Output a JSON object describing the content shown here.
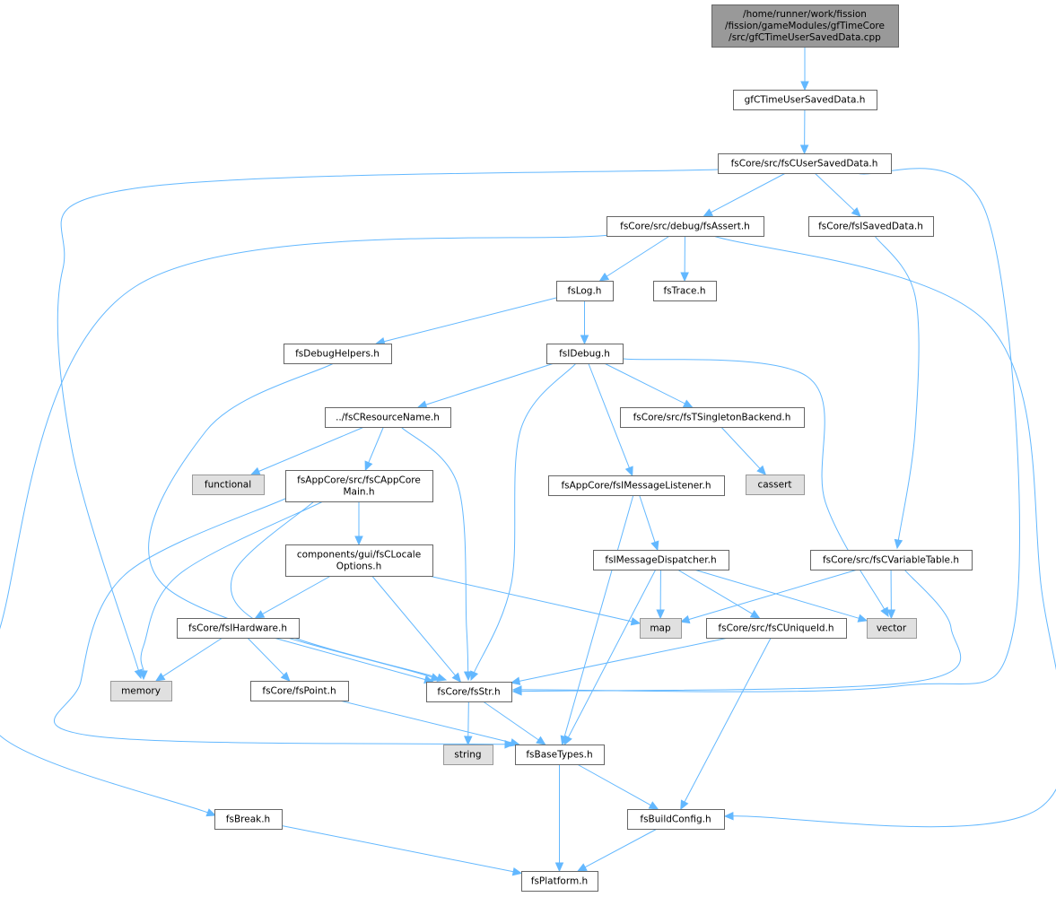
{
  "nodes": [
    {
      "id": "root",
      "lines": [
        "/home/runner/work/fission",
        "/fission/gameModules/gfTimeCore",
        "/src/gfCTimeUserSavedData.cpp"
      ],
      "kind": "root"
    },
    {
      "id": "gfCTimeUserSavedData",
      "lines": [
        "gfCTimeUserSavedData.h"
      ],
      "kind": "file"
    },
    {
      "id": "fsCUserSavedData",
      "lines": [
        "fsCore/src/fsCUserSavedData.h"
      ],
      "kind": "file"
    },
    {
      "id": "fsAssert",
      "lines": [
        "fsCore/src/debug/fsAssert.h"
      ],
      "kind": "file"
    },
    {
      "id": "fsISavedData",
      "lines": [
        "fsCore/fsISavedData.h"
      ],
      "kind": "file"
    },
    {
      "id": "fsLog",
      "lines": [
        "fsLog.h"
      ],
      "kind": "file"
    },
    {
      "id": "fsTrace",
      "lines": [
        "fsTrace.h"
      ],
      "kind": "file"
    },
    {
      "id": "fsDebugHelpers",
      "lines": [
        "fsDebugHelpers.h"
      ],
      "kind": "file"
    },
    {
      "id": "fsIDebug",
      "lines": [
        "fsIDebug.h"
      ],
      "kind": "file"
    },
    {
      "id": "fsCResourceName",
      "lines": [
        "../fsCResourceName.h"
      ],
      "kind": "file"
    },
    {
      "id": "fsTSingletonBackend",
      "lines": [
        "fsCore/src/fsTSingletonBackend.h"
      ],
      "kind": "file"
    },
    {
      "id": "functional",
      "lines": [
        "functional"
      ],
      "kind": "sys"
    },
    {
      "id": "fsCAppCoreMain",
      "lines": [
        "fsAppCore/src/fsCAppCore",
        "Main.h"
      ],
      "kind": "file"
    },
    {
      "id": "fsIMessageListener",
      "lines": [
        "fsAppCore/fsIMessageListener.h"
      ],
      "kind": "file"
    },
    {
      "id": "cassert",
      "lines": [
        "cassert"
      ],
      "kind": "sys"
    },
    {
      "id": "fsCLocaleOptions",
      "lines": [
        "components/gui/fsCLocale",
        "Options.h"
      ],
      "kind": "file"
    },
    {
      "id": "fsIMessageDispatcher",
      "lines": [
        "fsIMessageDispatcher.h"
      ],
      "kind": "file"
    },
    {
      "id": "fsCVariableTable",
      "lines": [
        "fsCore/src/fsCVariableTable.h"
      ],
      "kind": "file"
    },
    {
      "id": "fsIHardware",
      "lines": [
        "fsCore/fsIHardware.h"
      ],
      "kind": "file"
    },
    {
      "id": "map",
      "lines": [
        "map"
      ],
      "kind": "sys"
    },
    {
      "id": "fsCUniqueId",
      "lines": [
        "fsCore/src/fsCUniqueId.h"
      ],
      "kind": "file"
    },
    {
      "id": "vector",
      "lines": [
        "vector"
      ],
      "kind": "sys"
    },
    {
      "id": "memory",
      "lines": [
        "memory"
      ],
      "kind": "sys"
    },
    {
      "id": "fsPoint",
      "lines": [
        "fsCore/fsPoint.h"
      ],
      "kind": "file"
    },
    {
      "id": "fsStr",
      "lines": [
        "fsCore/fsStr.h"
      ],
      "kind": "file"
    },
    {
      "id": "string",
      "lines": [
        "string"
      ],
      "kind": "sys"
    },
    {
      "id": "fsBaseTypes",
      "lines": [
        "fsBaseTypes.h"
      ],
      "kind": "file"
    },
    {
      "id": "fsBreak",
      "lines": [
        "fsBreak.h"
      ],
      "kind": "file"
    },
    {
      "id": "fsBuildConfig",
      "lines": [
        "fsBuildConfig.h"
      ],
      "kind": "file"
    },
    {
      "id": "fsPlatform",
      "lines": [
        "fsPlatform.h"
      ],
      "kind": "file"
    }
  ],
  "edges": [
    {
      "from": "root",
      "to": "gfCTimeUserSavedData"
    },
    {
      "from": "gfCTimeUserSavedData",
      "to": "fsCUserSavedData"
    },
    {
      "from": "fsCUserSavedData",
      "to": "fsAssert"
    },
    {
      "from": "fsCUserSavedData",
      "to": "fsISavedData"
    },
    {
      "from": "fsCUserSavedData",
      "to": "memory"
    },
    {
      "from": "fsCUserSavedData",
      "to": "fsStr"
    },
    {
      "from": "fsAssert",
      "to": "fsLog"
    },
    {
      "from": "fsAssert",
      "to": "fsTrace"
    },
    {
      "from": "fsAssert",
      "to": "fsBreak"
    },
    {
      "from": "fsAssert",
      "to": "fsBuildConfig"
    },
    {
      "from": "fsISavedData",
      "to": "fsCVariableTable"
    },
    {
      "from": "fsLog",
      "to": "fsDebugHelpers"
    },
    {
      "from": "fsLog",
      "to": "fsIDebug"
    },
    {
      "from": "fsDebugHelpers",
      "to": "fsStr"
    },
    {
      "from": "fsIDebug",
      "to": "fsCResourceName"
    },
    {
      "from": "fsIDebug",
      "to": "fsTSingletonBackend"
    },
    {
      "from": "fsIDebug",
      "to": "fsIMessageListener"
    },
    {
      "from": "fsIDebug",
      "to": "fsStr"
    },
    {
      "from": "fsIDebug",
      "to": "vector"
    },
    {
      "from": "fsCResourceName",
      "to": "functional"
    },
    {
      "from": "fsCResourceName",
      "to": "fsCAppCoreMain"
    },
    {
      "from": "fsCResourceName",
      "to": "fsStr"
    },
    {
      "from": "fsTSingletonBackend",
      "to": "cassert"
    },
    {
      "from": "fsCAppCoreMain",
      "to": "fsCLocaleOptions"
    },
    {
      "from": "fsCAppCoreMain",
      "to": "memory"
    },
    {
      "from": "fsCAppCoreMain",
      "to": "fsStr"
    },
    {
      "from": "fsCAppCoreMain",
      "to": "fsBaseTypes"
    },
    {
      "from": "fsIMessageListener",
      "to": "fsIMessageDispatcher"
    },
    {
      "from": "fsIMessageListener",
      "to": "fsBaseTypes"
    },
    {
      "from": "fsCLocaleOptions",
      "to": "fsIHardware"
    },
    {
      "from": "fsCLocaleOptions",
      "to": "map"
    },
    {
      "from": "fsCLocaleOptions",
      "to": "fsStr"
    },
    {
      "from": "fsIMessageDispatcher",
      "to": "map"
    },
    {
      "from": "fsIMessageDispatcher",
      "to": "fsCUniqueId"
    },
    {
      "from": "fsIMessageDispatcher",
      "to": "vector"
    },
    {
      "from": "fsIMessageDispatcher",
      "to": "fsBaseTypes"
    },
    {
      "from": "fsCVariableTable",
      "to": "map"
    },
    {
      "from": "fsCVariableTable",
      "to": "vector"
    },
    {
      "from": "fsCVariableTable",
      "to": "fsStr"
    },
    {
      "from": "fsIHardware",
      "to": "memory"
    },
    {
      "from": "fsIHardware",
      "to": "fsPoint"
    },
    {
      "from": "fsIHardware",
      "to": "fsStr"
    },
    {
      "from": "fsCUniqueId",
      "to": "fsStr"
    },
    {
      "from": "fsCUniqueId",
      "to": "fsBuildConfig"
    },
    {
      "from": "fsPoint",
      "to": "fsBaseTypes"
    },
    {
      "from": "fsStr",
      "to": "string"
    },
    {
      "from": "fsStr",
      "to": "fsBaseTypes"
    },
    {
      "from": "fsBaseTypes",
      "to": "fsPlatform"
    },
    {
      "from": "fsBaseTypes",
      "to": "fsBuildConfig"
    },
    {
      "from": "fsBreak",
      "to": "fsPlatform"
    },
    {
      "from": "fsBuildConfig",
      "to": "fsPlatform"
    }
  ],
  "colors": {
    "edge": "#63b8ff",
    "node_border": "#666666",
    "root_fill": "#999999",
    "system_fill": "#e0e0e0",
    "system_border": "#999999",
    "node_fill": "#ffffff"
  }
}
